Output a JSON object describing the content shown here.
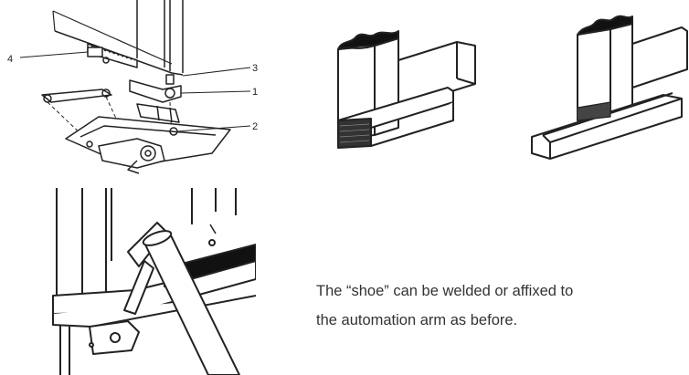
{
  "callouts": [
    {
      "label": "1"
    },
    {
      "label": "2"
    },
    {
      "label": "3"
    },
    {
      "label": "4"
    }
  ],
  "caption": {
    "line1": "The “shoe” can be welded or affixed to",
    "line2": "the automation arm as before."
  }
}
